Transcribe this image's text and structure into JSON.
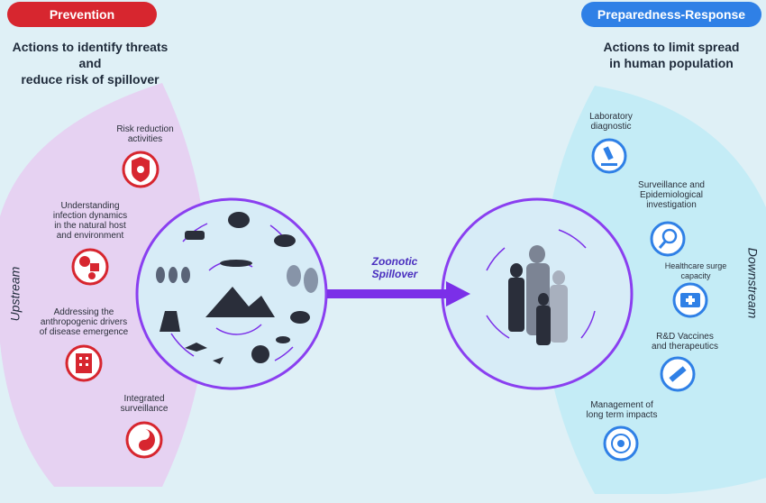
{
  "prevention": {
    "pill_label": "Prevention",
    "heading_line1": "Actions to identify threats and",
    "heading_line2": "reduce risk of spillover",
    "side_label": "Upstream",
    "items": [
      {
        "line1": "Risk reduction",
        "line2": "activities",
        "line3": "",
        "line4": "",
        "icon": "shield-virus-icon"
      },
      {
        "line1": "Understanding",
        "line2": "infection dynamics",
        "line3": "in the natural host",
        "line4": "and environment",
        "icon": "tree-house-virus-icon"
      },
      {
        "line1": "Addressing the",
        "line2": "anthropogenic drivers",
        "line3": "of disease emergence",
        "line4": "",
        "icon": "building-icon"
      },
      {
        "line1": "Integrated",
        "line2": "surveillance",
        "line3": "",
        "line4": "",
        "icon": "yin-yang-icon"
      }
    ]
  },
  "response": {
    "pill_label": "Preparedness-Response",
    "heading_line1": "Actions to limit spread",
    "heading_line2": "in human population",
    "side_label": "Downstream",
    "items": [
      {
        "line1": "Laboratory",
        "line2": "diagnostic",
        "line3": "",
        "icon": "microscope-icon"
      },
      {
        "line1": "Surveillance and",
        "line2": "Epidemiological",
        "line3": "investigation",
        "icon": "magnifier-virus-icon"
      },
      {
        "line1": "Healthcare surge",
        "line2": "capacity",
        "line3": "",
        "icon": "medical-kit-icon"
      },
      {
        "line1": "R&D Vaccines",
        "line2": "and therapeutics",
        "line3": "",
        "icon": "syringe-icon"
      },
      {
        "line1": "Management of",
        "line2": "long term impacts",
        "line3": "",
        "icon": "target-icon"
      }
    ]
  },
  "spillover": {
    "line1": "Zoonotic",
    "line2": "Spillover"
  },
  "colors": {
    "background": "#dff0f6",
    "prevention_red": "#d7262f",
    "response_blue": "#2f80e6",
    "upstream_fan": "#e6d2f2",
    "downstream_fan": "#c4ecf6",
    "circle_ring": "#8a3ff0",
    "arrow_purple": "#7b2fe8",
    "silhouette": "#2a2e3a"
  }
}
